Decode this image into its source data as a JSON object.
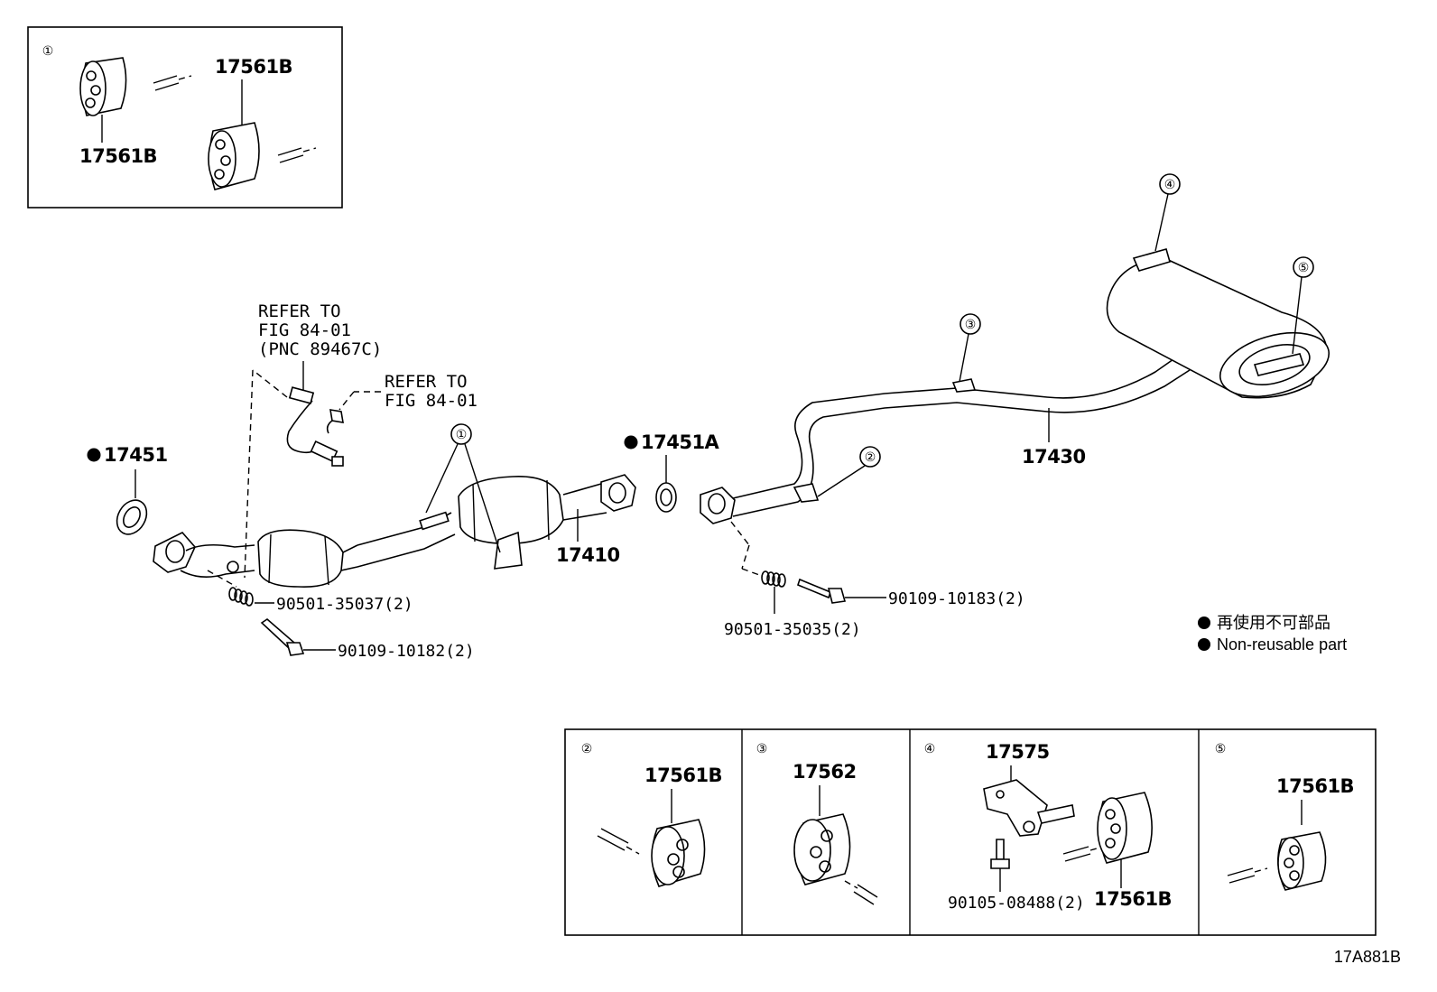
{
  "diagram_code": "17A881B",
  "legend": {
    "jp": "再使用不可部品",
    "en": "Non-reusable part"
  },
  "refs": {
    "sensor_refer": [
      "REFER TO",
      "FIG 84-01",
      "(PNC 89467C)"
    ],
    "sensor2_refer": [
      "REFER TO",
      "FIG 84-01"
    ]
  },
  "parts": {
    "gasket_front": "17451",
    "gasket_center": "17451A",
    "front_pipe": "17410",
    "tail_pipe": "17430",
    "spring_front": "90501-35037(2)",
    "bolt_front": "90109-10182(2)",
    "spring_center": "90501-35035(2)",
    "bolt_center": "90109-10183(2)"
  },
  "callouts": [
    "①",
    "②",
    "③",
    "④",
    "⑤"
  ],
  "detail_boxes": {
    "box1": {
      "callout": "①",
      "top_part": "17561B",
      "bottom_part": "17561B"
    },
    "box2": {
      "callout": "②",
      "part": "17561B"
    },
    "box3": {
      "callout": "③",
      "part": "17562"
    },
    "box4": {
      "callout": "④",
      "bracket": "17575",
      "bolt": "90105-08488(2)",
      "hanger": "17561B"
    },
    "box5": {
      "callout": "⑤",
      "part": "17561B"
    }
  }
}
